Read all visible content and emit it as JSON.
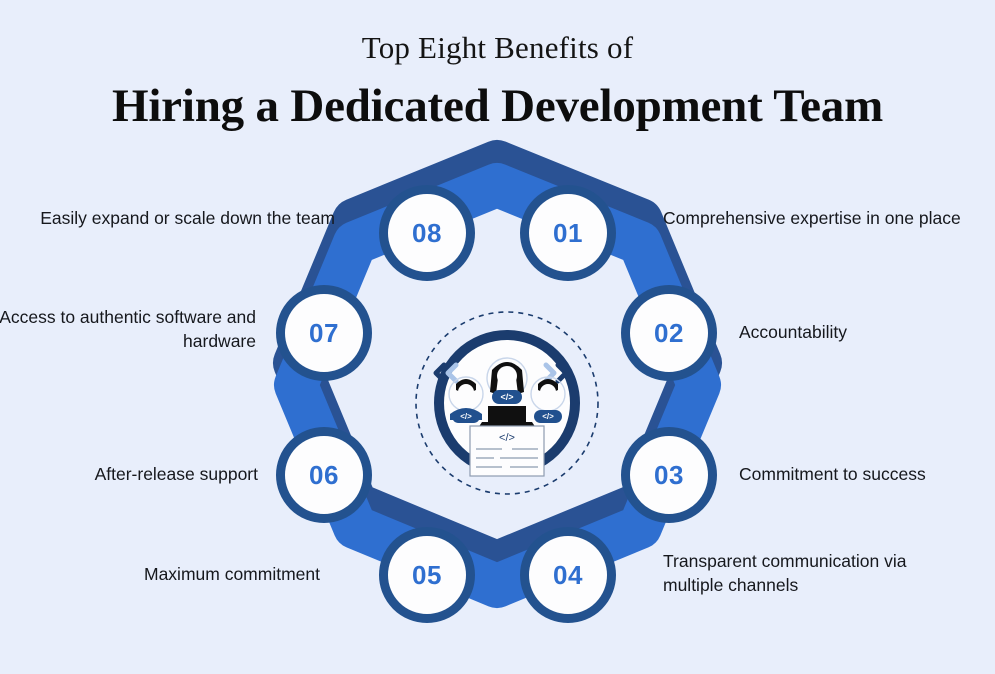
{
  "header": {
    "subtitle": "Top Eight Benefits of",
    "title": "Hiring a Dedicated Development Team"
  },
  "colors": {
    "background": "#e8eefb",
    "ring_bright_blue": "#2f6fd0",
    "ring_dark_blue": "#2a5294",
    "node_border_navy": "#23528f",
    "node_fill": "#fdfdfe",
    "number_blue": "#2f6fd0",
    "center_ring_navy": "#1b3c6e",
    "text_dark": "#16181d",
    "title_black": "#0d0d0d"
  },
  "center": {
    "icon_name": "dedicated-development-team-illustration",
    "code_symbol": "</>",
    "dashed_ring": true
  },
  "benefits": [
    {
      "number": "01",
      "label": "Comprehensive expertise in one place",
      "side": "right"
    },
    {
      "number": "02",
      "label": "Accountability",
      "side": "right"
    },
    {
      "number": "03",
      "label": "Commitment to success",
      "side": "right"
    },
    {
      "number": "04",
      "label": "Transparent communication via multiple channels",
      "side": "right"
    },
    {
      "number": "05",
      "label": "Maximum commitment",
      "side": "left"
    },
    {
      "number": "06",
      "label": "After-release support",
      "side": "left"
    },
    {
      "number": "07",
      "label": "Access to authentic software and hardware",
      "side": "left"
    },
    {
      "number": "08",
      "label": "Easily expand or scale down the team",
      "side": "left"
    }
  ]
}
